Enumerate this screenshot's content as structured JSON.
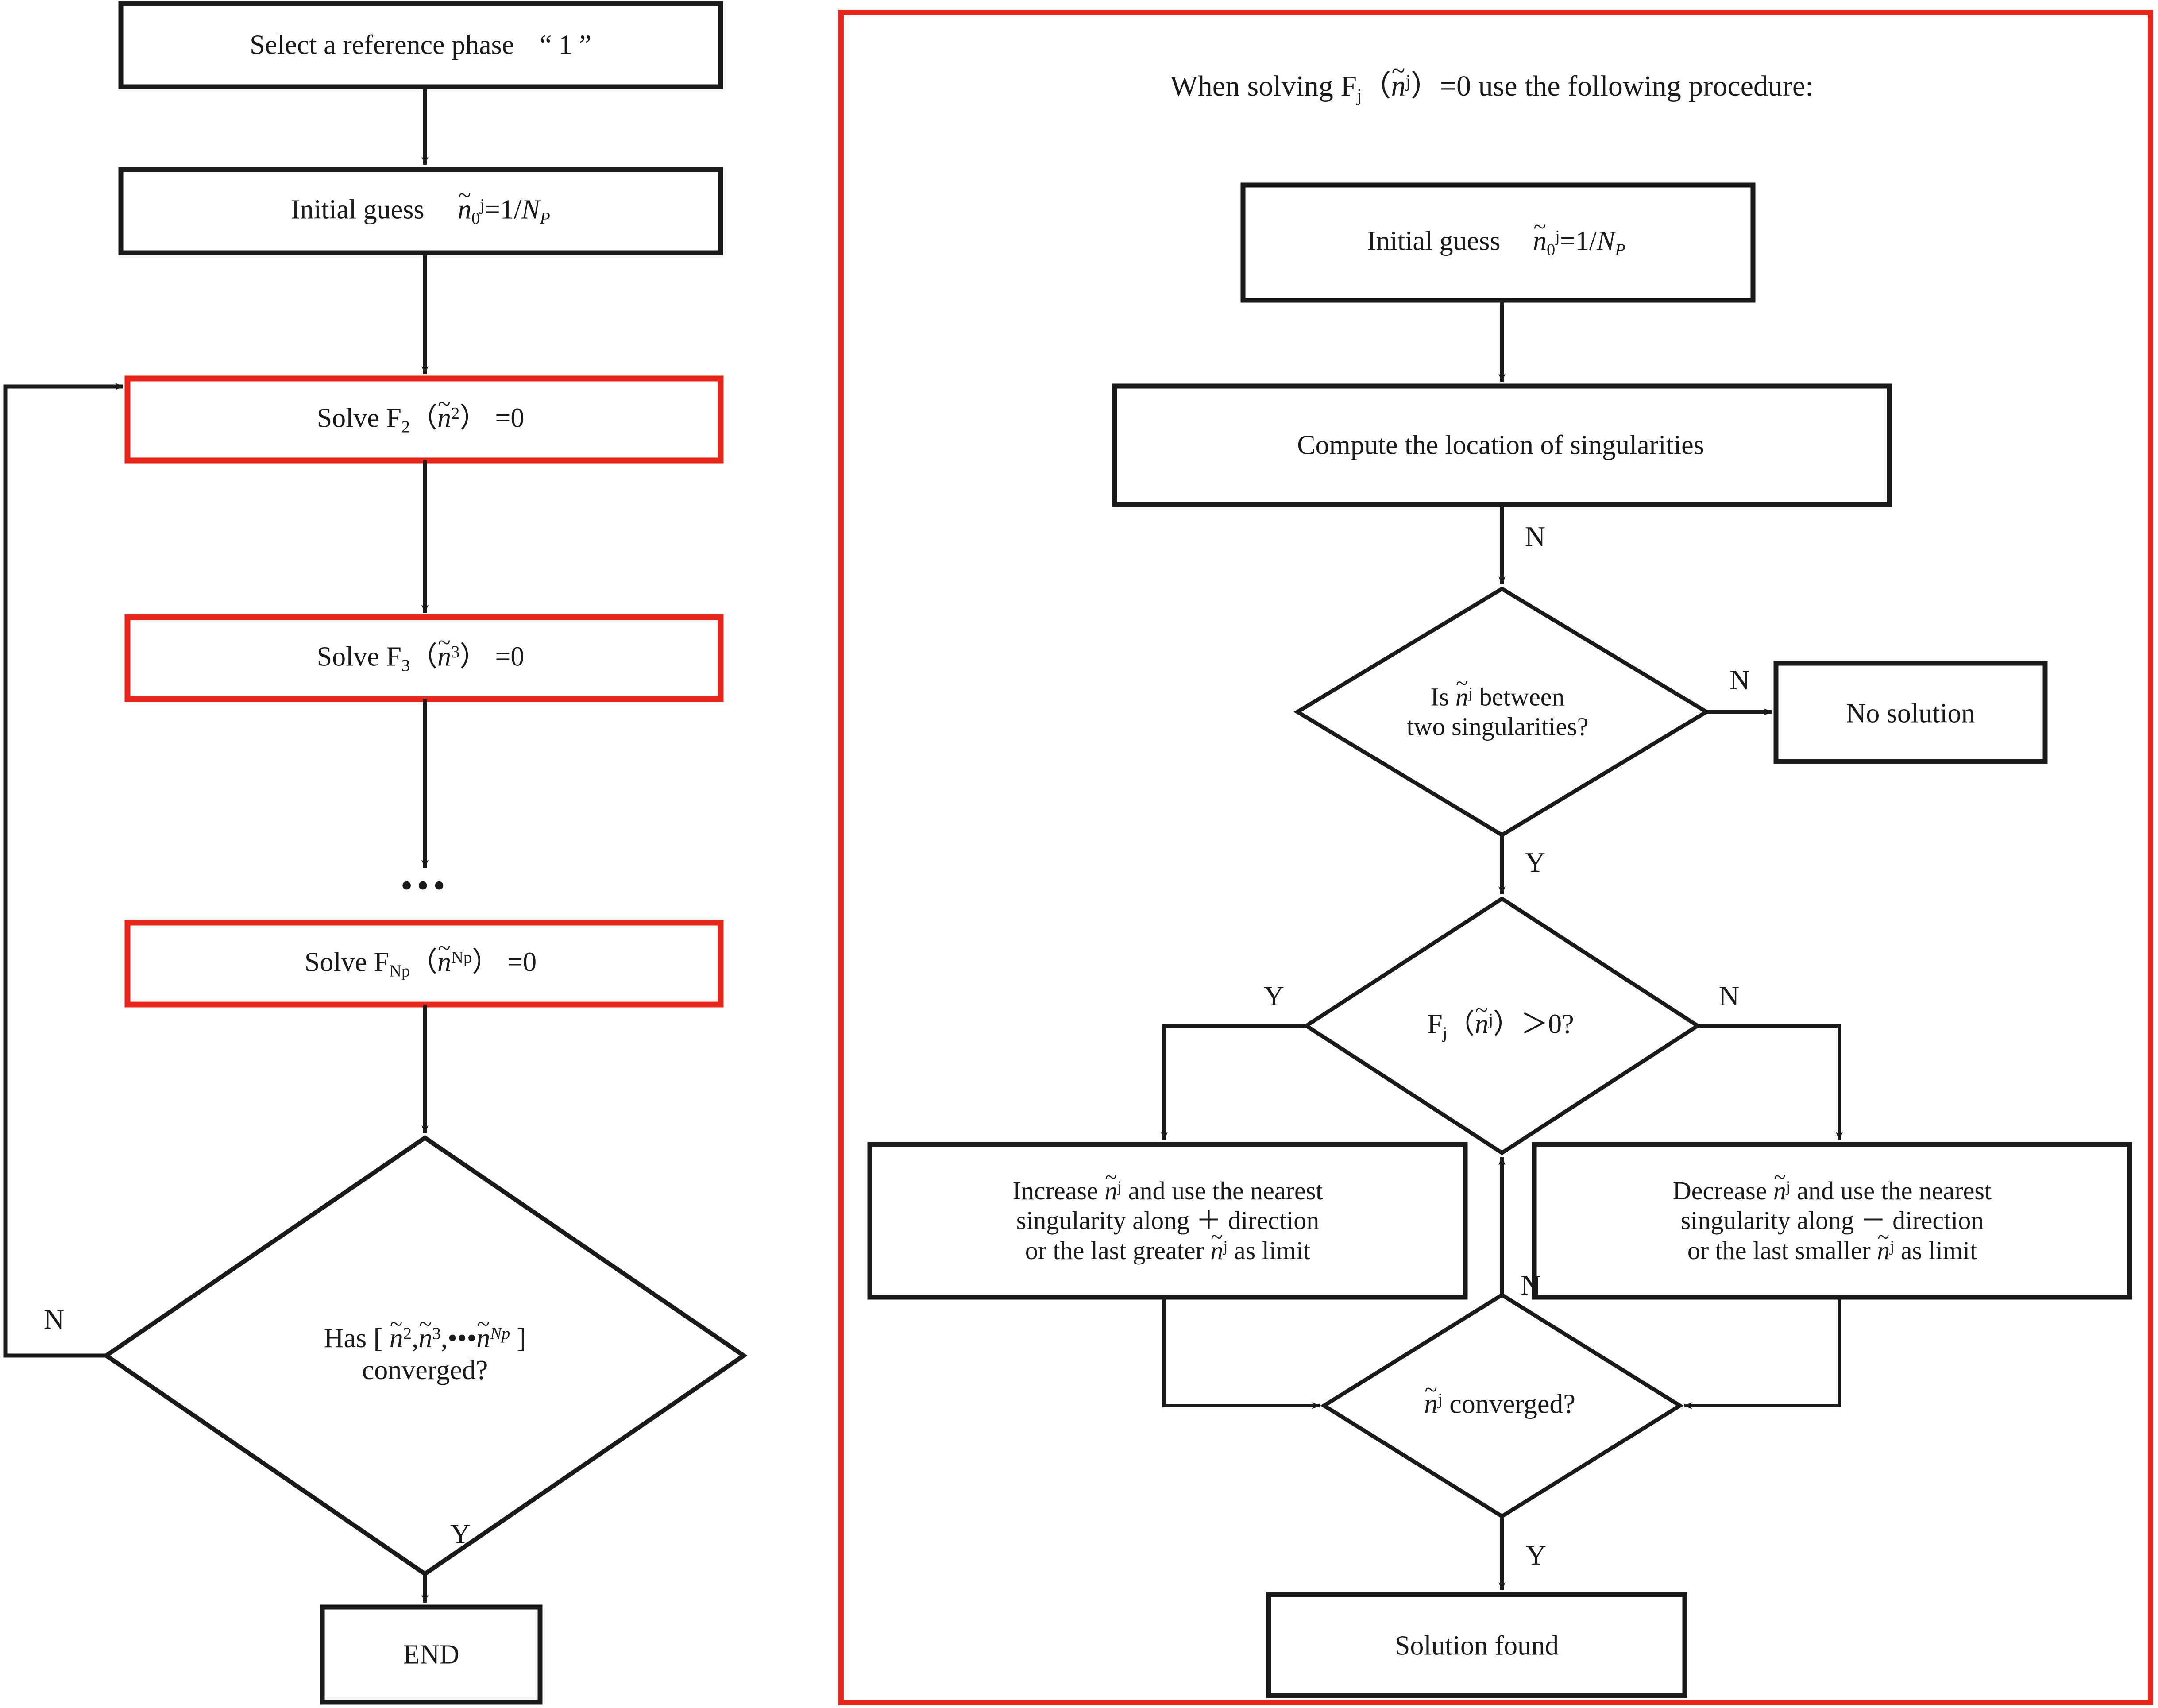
{
  "figure": {
    "title_right_panel": "When solving F j （ n~ j ） =0 use  the following procedure:",
    "accent_red": "#e8261b",
    "ink": "#1a1a18",
    "background": "#ffffff"
  },
  "left_flow": {
    "nodes": [
      {
        "id": "select-ref-phase",
        "shape": "rect",
        "border": "black",
        "label": "Select a reference phase",
        "suffix": "“ 1 ”"
      },
      {
        "id": "initial-guess",
        "shape": "rect",
        "border": "black",
        "label": "Initial guess",
        "formula_n": "n",
        "formula_sub": "0",
        "formula_sup": "j",
        "formula_tail": "=1/",
        "formula_N": "N",
        "formula_Nsub": "P"
      },
      {
        "id": "solve-f2",
        "shape": "rect",
        "border": "red",
        "label_pre": "Solve F",
        "label_sub": "2",
        "arg_open": "（",
        "arg_n": "n",
        "arg_sup": "2",
        "arg_close": "）",
        "label_post": "=0"
      },
      {
        "id": "solve-f3",
        "shape": "rect",
        "border": "red",
        "label_pre": "Solve F",
        "label_sub": "3",
        "arg_open": "（",
        "arg_n": "n",
        "arg_sup": "3",
        "arg_close": "）",
        "label_post": "=0"
      },
      {
        "id": "ellipsis",
        "shape": "text",
        "label": "•••"
      },
      {
        "id": "solve-fnp",
        "shape": "rect",
        "border": "red",
        "label_pre": "Solve F",
        "label_sub": "Np",
        "arg_open": "（",
        "arg_n": "n",
        "arg_sup": "Np",
        "arg_close": "）",
        "label_post": "=0"
      },
      {
        "id": "has-converged",
        "shape": "diamond",
        "border": "black",
        "line1_pre": "Has [ ",
        "line1_a": "n",
        "line1_a_sup": "2",
        "line1_sep1": ",",
        "line1_b": "n",
        "line1_b_sup": "3",
        "line1_sep2": ",•••",
        "line1_c": "n",
        "line1_c_sup": "Np",
        "line1_close": " ]",
        "line2": "converged?"
      },
      {
        "id": "end",
        "shape": "rect",
        "border": "black",
        "label": "END"
      }
    ],
    "edge_labels": [
      {
        "id": "has-converged-no",
        "text": "N"
      },
      {
        "id": "has-converged-yes",
        "text": "Y"
      }
    ]
  },
  "right_panel": {
    "header": {
      "pre": "When solving F",
      "sub": "j",
      "paren_open": "（",
      "arg_n": "n",
      "arg_sup": "j",
      "paren_close": "）",
      "post": "=0 use  the following procedure:"
    },
    "nodes": [
      {
        "id": "initial-guess-right",
        "shape": "rect",
        "label": "Initial guess",
        "formula_n": "n",
        "formula_sub": "0",
        "formula_sup": "j",
        "formula_tail": "=1/",
        "formula_N": "N",
        "formula_Nsub": "P"
      },
      {
        "id": "compute-singularities",
        "shape": "rect",
        "label": "Compute the location of singularities"
      },
      {
        "id": "is-between-singularities",
        "shape": "diamond",
        "line1_pre": "Is ",
        "line1_n": "n",
        "line1_sup": "j",
        "line1_post": " between",
        "line2": "two singularities?"
      },
      {
        "id": "no-solution",
        "shape": "rect",
        "label": "No solution"
      },
      {
        "id": "fj-positive",
        "shape": "diamond",
        "pre": "F",
        "sub": "j",
        "paren_open": "（",
        "arg_n": "n",
        "arg_sup": "j",
        "paren_close": "）",
        "post": "＞0?"
      },
      {
        "id": "increase-n",
        "shape": "rect",
        "line1_pre": "Increase ",
        "line1_n": "n",
        "line1_sup": "j",
        "line1_post": " and use the nearest",
        "line2": "singularity along ＋ direction",
        "line3_pre": "or the last greater ",
        "line3_n": "n",
        "line3_sup": "j",
        "line3_post": " as limit"
      },
      {
        "id": "decrease-n",
        "shape": "rect",
        "line1_pre": "Decrease ",
        "line1_n": "n",
        "line1_sup": "j",
        "line1_post": " and use the nearest",
        "line2": "singularity along － direction",
        "line3_pre": "or the last smaller ",
        "line3_n": "n",
        "line3_sup": "j",
        "line3_post": " as limit"
      },
      {
        "id": "n-converged",
        "shape": "diamond",
        "pre_n": "n",
        "pre_sup": "j",
        "post": " converged?"
      },
      {
        "id": "solution-found",
        "shape": "rect",
        "label": "Solution found"
      }
    ],
    "edge_labels": [
      {
        "id": "compute-to-diamond-n",
        "text": "N"
      },
      {
        "id": "between-no",
        "text": "N"
      },
      {
        "id": "between-yes",
        "text": "Y"
      },
      {
        "id": "fj-yes",
        "text": "Y"
      },
      {
        "id": "fj-no",
        "text": "N"
      },
      {
        "id": "converged-no",
        "text": "N"
      },
      {
        "id": "converged-yes",
        "text": "Y"
      }
    ]
  }
}
